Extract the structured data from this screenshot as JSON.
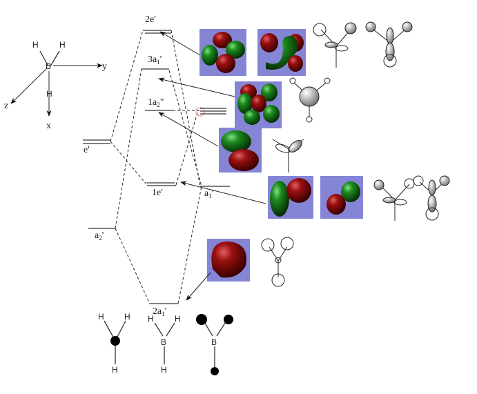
{
  "axes": {
    "b": "B",
    "h1": "H",
    "h2": "H",
    "h3": "H",
    "x": "x",
    "y": "y",
    "z": "z"
  },
  "levels": {
    "e2": "2e'",
    "a1_3": "3a",
    "a1_3_sub": "1",
    "a1_3_prime": "'",
    "a2pp": "1a",
    "a2pp_sub": "2",
    "a2pp_prime": "\"",
    "e_frag": "e'",
    "e1": "1e'",
    "a1_frag": "a",
    "a1_frag_sub": "1",
    "a1_frag_prime": "'",
    "a2_frag": "a",
    "a2_frag_sub": "2",
    "a2_frag_prime": "'",
    "a1_2": "2a",
    "a1_2_sub": "1",
    "a1_2_prime": "'"
  },
  "bottom": {
    "h3_a": "H",
    "h3_b": "H",
    "h3_c": "H",
    "bh3_a": "H",
    "bh3_b": "H",
    "bh3_c": "H",
    "bh3_b_atom": "B",
    "frag_b": "B"
  },
  "colors": {
    "panel": "#8585d6",
    "red": "#8b0a0a",
    "green": "#1a7a1a"
  }
}
